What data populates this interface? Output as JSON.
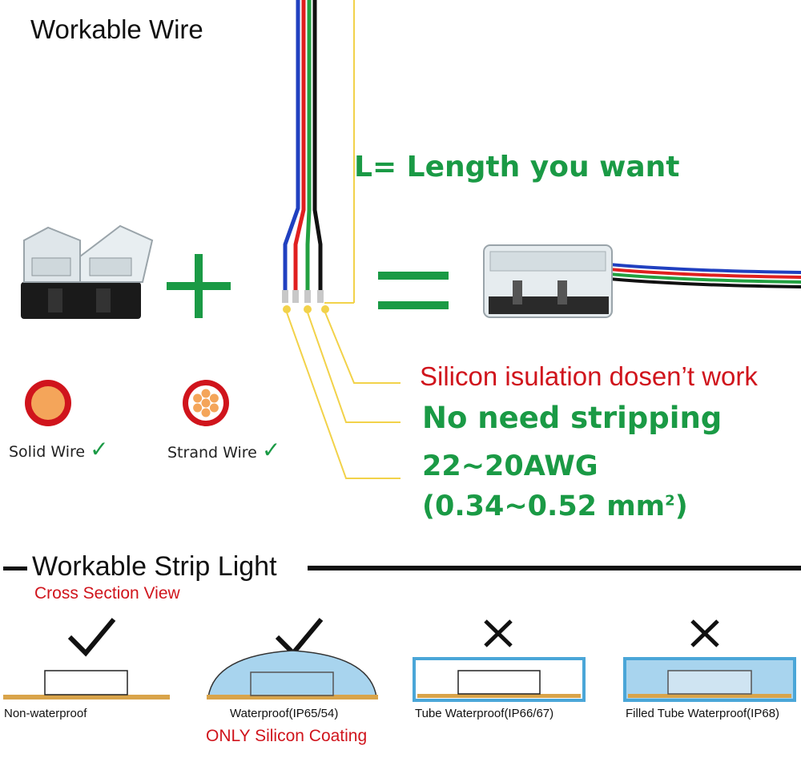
{
  "title": "Workable Wire",
  "length_label": "L= Length you want",
  "silicon_note": "Silicon isulation dosen’t work",
  "stripping_note": "No need stripping",
  "awg": "22~20AWG",
  "mm_prefix": "(0.34~0.52 mm",
  "mm_sup": "2",
  "mm_suffix": ")",
  "wire_types": [
    {
      "label": "Solid Wire",
      "icon": "check-icon"
    },
    {
      "label": "Strand Wire",
      "icon": "check-icon"
    }
  ],
  "section_title": "Workable Strip Light",
  "cross_section_label": "Cross Section View",
  "strip_types": [
    {
      "caption": "Non-waterproof",
      "workable": true
    },
    {
      "caption": "Waterproof(IP65/54)",
      "workable": true
    },
    {
      "caption": "Tube Waterproof(IP66/67)",
      "workable": false
    },
    {
      "caption": "Filled Tube Waterproof(IP68)",
      "workable": false
    }
  ],
  "coating_note": "ONLY Silicon Coating",
  "colors": {
    "green": "#1a9a45",
    "red": "#d0141c",
    "wire_red": "#e02020",
    "wire_green": "#22a040",
    "wire_blue": "#2040c0",
    "wire_black": "#111111",
    "leader_yellow": "#f2d24a",
    "strip_base": "#d9a44a",
    "waterproof_fill": "#a8d4ee"
  }
}
